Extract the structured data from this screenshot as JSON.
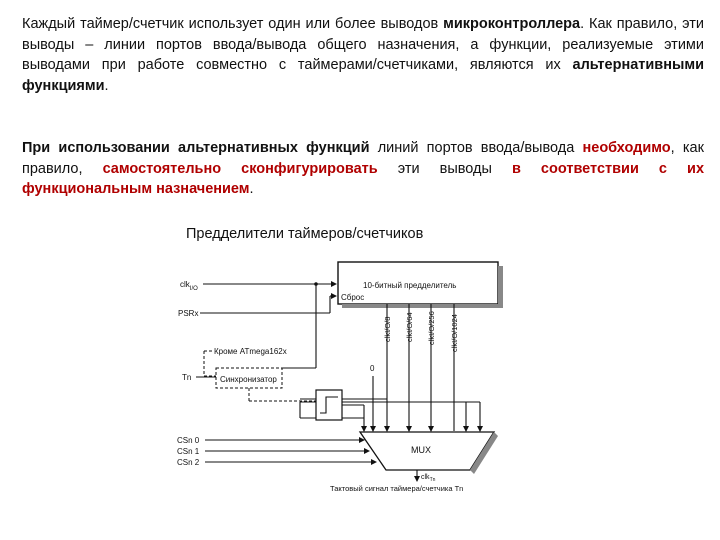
{
  "paragraph1": {
    "t1": "Каждый таймер/счетчик использует один или более выводов ",
    "t2": "микроконтроллера",
    "t3": ". Как правило, эти выводы – линии портов ввода/вывода общего назначения, а функции, реализуемые этими выводами при работе совместно с таймерами/счетчиками, являются их ",
    "t4": "альтернативными функциями",
    "t5": "."
  },
  "paragraph2": {
    "t1": "При использовании альтернативных функций",
    "t2": " линий портов ввода/вывода ",
    "t3": "необходимо",
    "t4": ", как правило, ",
    "t5": "самостоятельно сконфигурировать",
    "t6": " эти выводы ",
    "t7": "в соответствии с их функциональным назначением",
    "t8": "."
  },
  "diagram": {
    "title": "Предделители таймеров/счетчиков",
    "prescaler_label": "10-битный предделитель",
    "reset_label": "Сброс",
    "clk_io": "clk",
    "clk_io_sub": "I/O",
    "psr_label": "PSRx",
    "note_label": "Кроме ATmega162x",
    "tn_label": "Tn",
    "sync_label": "Синхронизатор",
    "zero_label": "0",
    "mux_label": "MUX",
    "cs0": "CSn 0",
    "cs1": "CSn 1",
    "cs2": "CSn 2",
    "clk_tn": "clk",
    "clk_tn_sub": "Tn",
    "caption": "Тактовый сигнал таймера/счетчика Tn",
    "taps": [
      "clkI/O/8",
      "clkI/O/64",
      "clkI/O/256",
      "clkI/O/1024"
    ]
  }
}
